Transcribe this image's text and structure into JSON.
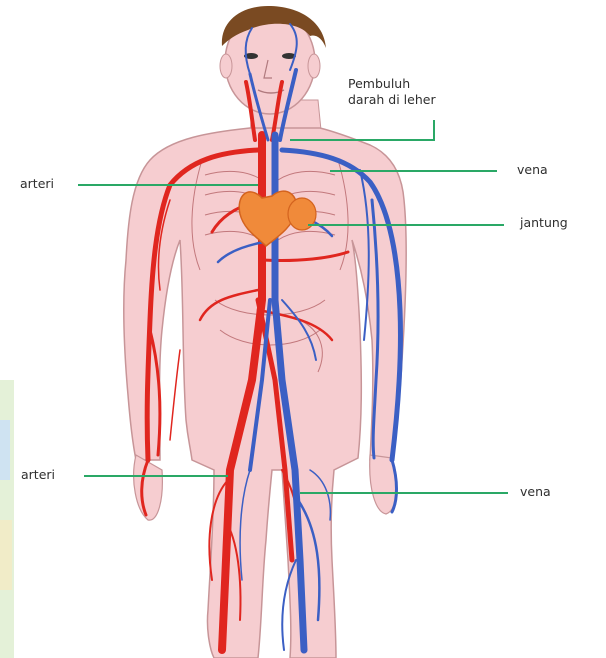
{
  "labels": {
    "neck_line1": "Pembuluh",
    "neck_line2": "darah di leher",
    "arteri_top": "arteri",
    "vena_top": "vena",
    "jantung": "jantung",
    "arteri_bottom": "arteri",
    "vena_bottom": "vena"
  },
  "colors": {
    "skin": "#f6cdd0",
    "skin_outline": "#c79598",
    "hair": "#7a4a22",
    "artery": "#e0261f",
    "vein": "#3b5fc4",
    "heart": "#f08a3a",
    "leader_line": "#2aa866",
    "organ_line": "#c2787c"
  }
}
